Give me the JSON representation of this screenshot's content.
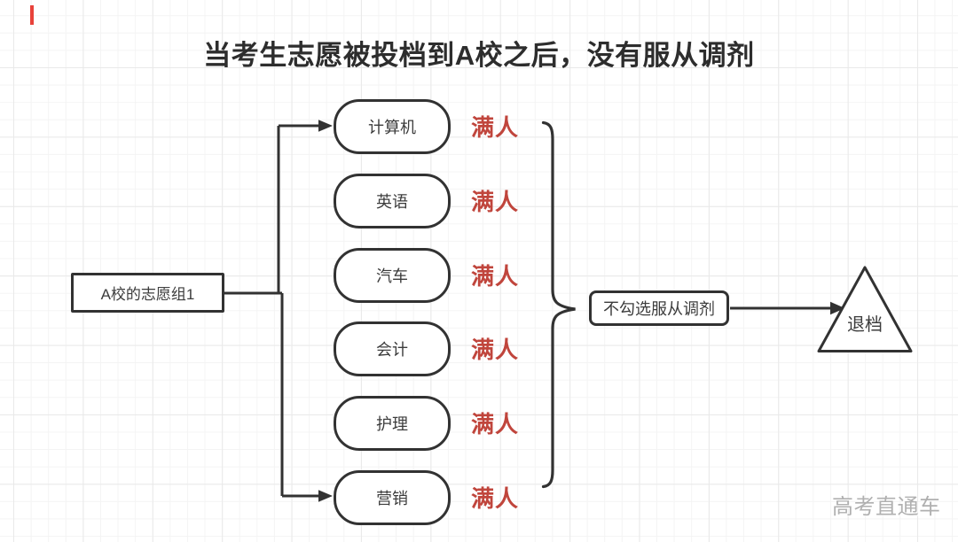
{
  "title": "当考生志愿被投档到A校之后，没有服从调剂",
  "source": {
    "label": "A校的志愿组1"
  },
  "majors": [
    {
      "label": "计算机",
      "status": "满人"
    },
    {
      "label": "英语",
      "status": "满人"
    },
    {
      "label": "汽车",
      "status": "满人"
    },
    {
      "label": "会计",
      "status": "满人"
    },
    {
      "label": "护理",
      "status": "满人"
    },
    {
      "label": "营销",
      "status": "满人"
    }
  ],
  "condition": {
    "label": "不勾选服从调剂"
  },
  "result": {
    "label": "退档"
  },
  "watermark": {
    "label": "高考直通车"
  },
  "colors": {
    "line": "#323232",
    "status_red": "#c0453c",
    "title_text": "#2d2d2d",
    "watermark_gray": "#b0b0b0",
    "accent_mark_red": "#e8423a",
    "grid_minor": "#f4f4f4",
    "grid_major": "#e9e9e9",
    "background": "#ffffff"
  }
}
